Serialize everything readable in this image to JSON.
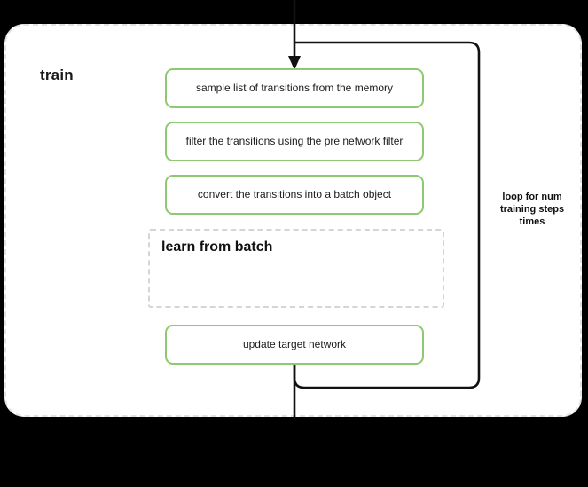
{
  "diagram": {
    "title": "train",
    "background_color": "#000000",
    "panel_color": "#ffffff",
    "accent_color": "#8ec971",
    "dashed_border_color": "#e2e2e2",
    "connector_color": "#111111"
  },
  "steps": [
    {
      "id": "sample",
      "label": "sample list of transitions from the memory"
    },
    {
      "id": "filter",
      "label": "filter the transitions using the pre network filter"
    },
    {
      "id": "convert",
      "label": "convert the transitions into a batch object"
    },
    {
      "id": "update",
      "label": "update target network"
    }
  ],
  "subflow": {
    "title": "learn from batch"
  },
  "loop": {
    "caption": "loop for num\ntraining steps\ntimes"
  }
}
